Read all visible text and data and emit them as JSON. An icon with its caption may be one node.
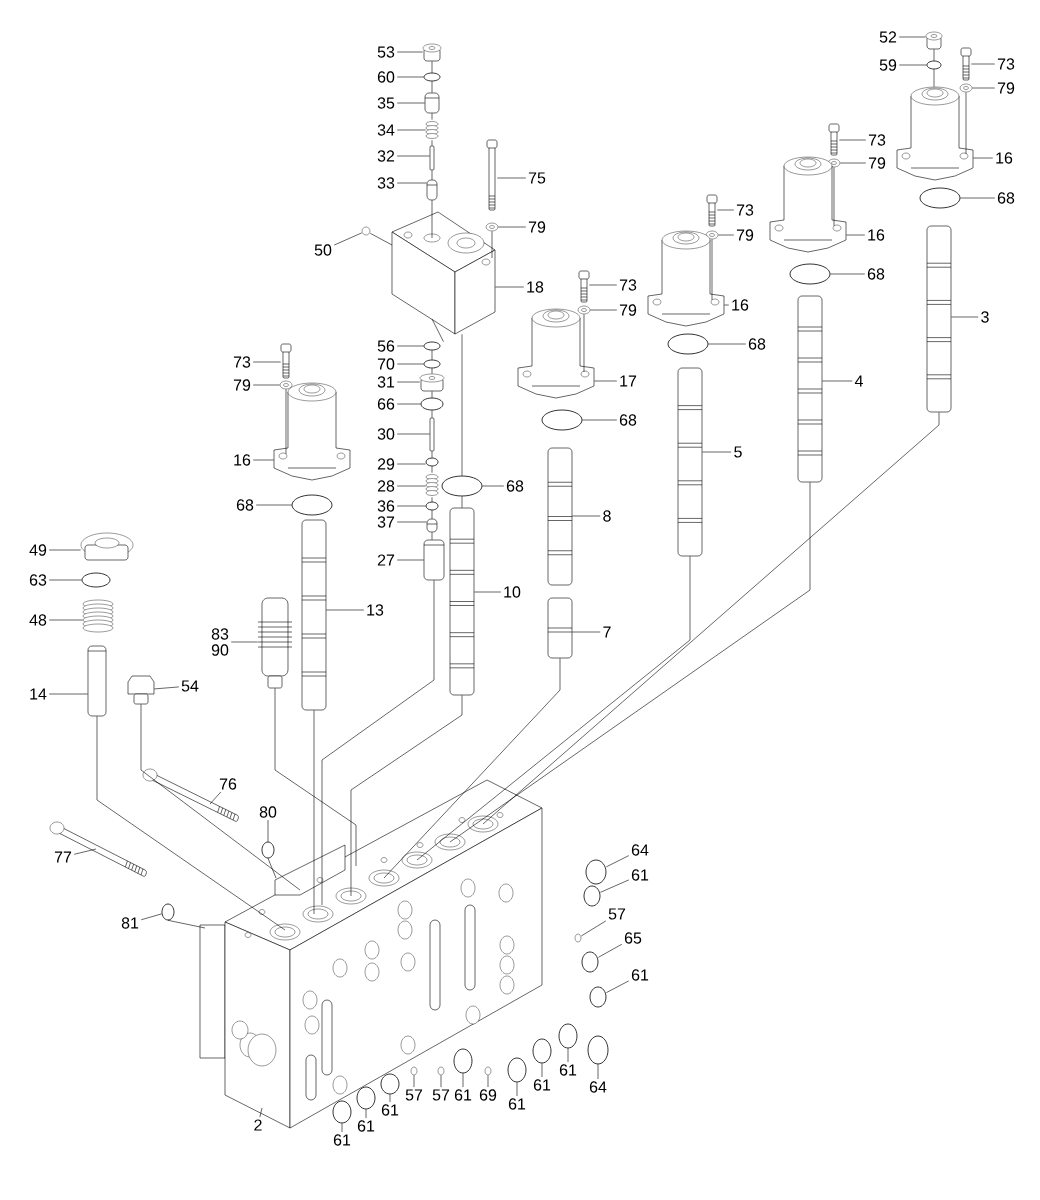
{
  "diagram": {
    "nodes": [
      {
        "text": [
          "53"
        ]
      },
      {
        "text": [
          "60"
        ]
      },
      {
        "text": [
          "35"
        ]
      },
      {
        "text": [
          "34"
        ]
      },
      {
        "text": [
          "32"
        ]
      },
      {
        "text": [
          "33"
        ]
      },
      {
        "text": [
          "75"
        ]
      },
      {
        "text": [
          "50"
        ]
      },
      {
        "text": [
          "79"
        ]
      },
      {
        "text": [
          "18"
        ]
      },
      {
        "text": [
          "73"
        ]
      },
      {
        "text": [
          "79"
        ]
      },
      {
        "text": [
          "16"
        ]
      },
      {
        "text": [
          "56"
        ]
      },
      {
        "text": [
          "70"
        ]
      },
      {
        "text": [
          "31"
        ]
      },
      {
        "text": [
          "66"
        ]
      },
      {
        "text": [
          "30"
        ]
      },
      {
        "text": [
          "29"
        ]
      },
      {
        "text": [
          "28"
        ]
      },
      {
        "text": [
          "36"
        ]
      },
      {
        "text": [
          "37"
        ]
      },
      {
        "text": [
          "68"
        ]
      },
      {
        "text": [
          "68"
        ]
      },
      {
        "text": [
          "27"
        ]
      },
      {
        "text": [
          "49"
        ]
      },
      {
        "text": [
          "63"
        ]
      },
      {
        "text": [
          "48"
        ]
      },
      {
        "text": [
          "83",
          "90"
        ]
      },
      {
        "text": [
          "13"
        ]
      },
      {
        "text": [
          "10"
        ]
      },
      {
        "text": [
          "8"
        ]
      },
      {
        "text": [
          "7"
        ]
      },
      {
        "text": [
          "14"
        ]
      },
      {
        "text": [
          "54"
        ]
      },
      {
        "text": [
          "52"
        ]
      },
      {
        "text": [
          "59"
        ]
      },
      {
        "text": [
          "73"
        ]
      },
      {
        "text": [
          "79"
        ]
      },
      {
        "text": [
          "16"
        ]
      },
      {
        "text": [
          "68"
        ]
      },
      {
        "text": [
          "3"
        ]
      },
      {
        "text": [
          "73"
        ]
      },
      {
        "text": [
          "79"
        ]
      },
      {
        "text": [
          "16"
        ]
      },
      {
        "text": [
          "68"
        ]
      },
      {
        "text": [
          "4"
        ]
      },
      {
        "text": [
          "73"
        ]
      },
      {
        "text": [
          "79"
        ]
      },
      {
        "text": [
          "16"
        ]
      },
      {
        "text": [
          "68"
        ]
      },
      {
        "text": [
          "5"
        ]
      },
      {
        "text": [
          "73"
        ]
      },
      {
        "text": [
          "79"
        ]
      },
      {
        "text": [
          "17"
        ]
      },
      {
        "text": [
          "68"
        ]
      },
      {
        "text": [
          "76"
        ]
      },
      {
        "text": [
          "80"
        ]
      },
      {
        "text": [
          "77"
        ]
      },
      {
        "text": [
          "81"
        ]
      },
      {
        "text": [
          "64"
        ]
      },
      {
        "text": [
          "61"
        ]
      },
      {
        "text": [
          "57"
        ]
      },
      {
        "text": [
          "65"
        ]
      },
      {
        "text": [
          "61"
        ]
      },
      {
        "text": [
          "2"
        ]
      },
      {
        "text": [
          "61"
        ]
      },
      {
        "text": [
          "61"
        ]
      },
      {
        "text": [
          "61"
        ]
      },
      {
        "text": [
          "57"
        ]
      },
      {
        "text": [
          "57"
        ]
      },
      {
        "text": [
          "61"
        ]
      },
      {
        "text": [
          "69"
        ]
      },
      {
        "text": [
          "61"
        ]
      },
      {
        "text": [
          "61"
        ]
      },
      {
        "text": [
          "61"
        ]
      },
      {
        "text": [
          "64"
        ]
      },
      {
        "text": [],
        "shape": "cylinder"
      },
      {
        "text": [],
        "shape": "circle"
      },
      {
        "text": [],
        "shape": "cylinder"
      },
      {
        "text": [],
        "shape": "spring"
      },
      {
        "text": [],
        "shape": "bar"
      },
      {
        "text": [],
        "shape": "cylinder"
      },
      {
        "text": [],
        "shape": "bar"
      },
      {
        "text": [],
        "shape": "circle"
      },
      {
        "text": [],
        "shape": "circle"
      },
      {
        "text": [],
        "shape": "box"
      },
      {
        "text": [],
        "shape": "bar"
      },
      {
        "text": [],
        "shape": "circle"
      },
      {
        "text": [],
        "shape": "cylinder"
      },
      {
        "text": [],
        "shape": "circle"
      },
      {
        "text": [],
        "shape": "circle"
      },
      {
        "text": [],
        "shape": "cylinder"
      },
      {
        "text": [],
        "shape": "circle"
      },
      {
        "text": [],
        "shape": "bar"
      },
      {
        "text": [],
        "shape": "circle"
      },
      {
        "text": [],
        "shape": "spring"
      },
      {
        "text": [],
        "shape": "circle"
      },
      {
        "text": [],
        "shape": "cylinder"
      },
      {
        "text": [],
        "shape": "circle"
      },
      {
        "text": [],
        "shape": "circle"
      },
      {
        "text": [],
        "shape": "cylinder"
      },
      {
        "text": [],
        "shape": "cylinder"
      },
      {
        "text": [],
        "shape": "circle"
      },
      {
        "text": [],
        "shape": "spring"
      },
      {
        "text": [],
        "shape": "cylinder"
      },
      {
        "text": [],
        "shape": "cylinder"
      },
      {
        "text": [],
        "shape": "cylinder"
      },
      {
        "text": [],
        "shape": "cylinder"
      },
      {
        "text": [],
        "shape": "cylinder"
      },
      {
        "text": [],
        "shape": "cylinder"
      },
      {
        "text": [],
        "shape": "cylinder"
      },
      {
        "text": [],
        "shape": "cylinder"
      },
      {
        "text": [],
        "shape": "circle"
      },
      {
        "text": [],
        "shape": "bar"
      },
      {
        "text": [],
        "shape": "circle"
      },
      {
        "text": [],
        "shape": "cylinder"
      },
      {
        "text": [],
        "shape": "circle"
      },
      {
        "text": [],
        "shape": "cylinder"
      },
      {
        "text": [],
        "shape": "bar"
      },
      {
        "text": [],
        "shape": "circle"
      },
      {
        "text": [],
        "shape": "cylinder"
      },
      {
        "text": [],
        "shape": "circle"
      },
      {
        "text": [],
        "shape": "cylinder"
      },
      {
        "text": [],
        "shape": "bar"
      },
      {
        "text": [],
        "shape": "circle"
      },
      {
        "text": [],
        "shape": "cylinder"
      },
      {
        "text": [],
        "shape": "circle"
      },
      {
        "text": [],
        "shape": "cylinder"
      },
      {
        "text": [],
        "shape": "bar"
      },
      {
        "text": [],
        "shape": "circle"
      },
      {
        "text": [],
        "shape": "cylinder"
      },
      {
        "text": [],
        "shape": "circle"
      },
      {
        "text": [],
        "shape": "bar"
      },
      {
        "text": [],
        "shape": "circle"
      },
      {
        "text": [],
        "shape": "bar"
      },
      {
        "text": [],
        "shape": "circle"
      },
      {
        "text": [],
        "shape": "circle"
      },
      {
        "text": [],
        "shape": "circle"
      },
      {
        "text": [],
        "shape": "circle"
      },
      {
        "text": [],
        "shape": "circle"
      },
      {
        "text": [],
        "shape": "circle"
      },
      {
        "text": [],
        "shape": "box"
      },
      {
        "text": [],
        "shape": "circle"
      },
      {
        "text": [],
        "shape": "circle"
      },
      {
        "text": [],
        "shape": "circle"
      },
      {
        "text": [],
        "shape": "circle"
      },
      {
        "text": [],
        "shape": "circle"
      },
      {
        "text": [],
        "shape": "circle"
      },
      {
        "text": [],
        "shape": "circle"
      },
      {
        "text": [],
        "shape": "circle"
      },
      {
        "text": [],
        "shape": "circle"
      },
      {
        "text": [],
        "shape": "circle"
      },
      {
        "text": [],
        "shape": "circle"
      }
    ],
    "edges": [
      {
        "from": 0,
        "to": 77,
        "arrow": "none"
      },
      {
        "from": 1,
        "to": 78,
        "arrow": "none"
      },
      {
        "from": 2,
        "to": 79,
        "arrow": "none"
      },
      {
        "from": 3,
        "to": 80,
        "arrow": "none"
      },
      {
        "from": 4,
        "to": 81,
        "arrow": "none"
      },
      {
        "from": 5,
        "to": 82,
        "arrow": "none"
      },
      {
        "from": 6,
        "to": 83,
        "arrow": "none"
      },
      {
        "from": 7,
        "to": 84,
        "arrow": "none"
      },
      {
        "from": 8,
        "to": 85,
        "arrow": "none"
      },
      {
        "from": 9,
        "to": 86,
        "arrow": "none"
      },
      {
        "from": 10,
        "to": 87,
        "arrow": "none"
      },
      {
        "from": 11,
        "to": 88,
        "arrow": "none"
      },
      {
        "from": 12,
        "to": 89,
        "arrow": "none"
      },
      {
        "from": 13,
        "to": 90,
        "arrow": "none"
      },
      {
        "from": 14,
        "to": 91,
        "arrow": "none"
      },
      {
        "from": 15,
        "to": 92,
        "arrow": "none"
      },
      {
        "from": 16,
        "to": 93,
        "arrow": "none"
      },
      {
        "from": 17,
        "to": 94,
        "arrow": "none"
      },
      {
        "from": 18,
        "to": 95,
        "arrow": "none"
      },
      {
        "from": 19,
        "to": 96,
        "arrow": "none"
      },
      {
        "from": 20,
        "to": 97,
        "arrow": "none"
      },
      {
        "from": 21,
        "to": 98,
        "arrow": "none"
      },
      {
        "from": 22,
        "to": 99,
        "arrow": "none"
      },
      {
        "from": 23,
        "to": 100,
        "arrow": "none"
      },
      {
        "from": 24,
        "to": 101,
        "arrow": "none"
      },
      {
        "from": 25,
        "to": 102,
        "arrow": "none"
      },
      {
        "from": 26,
        "to": 103,
        "arrow": "none"
      },
      {
        "from": 27,
        "to": 104,
        "arrow": "none"
      },
      {
        "from": 28,
        "to": 105,
        "arrow": "none"
      },
      {
        "from": 29,
        "to": 106,
        "arrow": "none"
      },
      {
        "from": 30,
        "to": 107,
        "arrow": "none"
      },
      {
        "from": 31,
        "to": 108,
        "arrow": "none"
      },
      {
        "from": 32,
        "to": 109,
        "arrow": "none"
      },
      {
        "from": 33,
        "to": 110,
        "arrow": "none"
      },
      {
        "from": 34,
        "to": 111,
        "arrow": "none"
      },
      {
        "from": 35,
        "to": 112,
        "arrow": "none"
      },
      {
        "from": 36,
        "to": 113,
        "arrow": "none"
      },
      {
        "from": 37,
        "to": 114,
        "arrow": "none"
      },
      {
        "from": 38,
        "to": 115,
        "arrow": "none"
      },
      {
        "from": 39,
        "to": 116,
        "arrow": "none"
      },
      {
        "from": 40,
        "to": 117,
        "arrow": "none"
      },
      {
        "from": 41,
        "to": 118,
        "arrow": "none"
      },
      {
        "from": 42,
        "to": 119,
        "arrow": "none"
      },
      {
        "from": 43,
        "to": 120,
        "arrow": "none"
      },
      {
        "from": 44,
        "to": 121,
        "arrow": "none"
      },
      {
        "from": 45,
        "to": 122,
        "arrow": "none"
      },
      {
        "from": 46,
        "to": 123,
        "arrow": "none"
      },
      {
        "from": 47,
        "to": 124,
        "arrow": "none"
      },
      {
        "from": 48,
        "to": 125,
        "arrow": "none"
      },
      {
        "from": 49,
        "to": 126,
        "arrow": "none"
      },
      {
        "from": 50,
        "to": 127,
        "arrow": "none"
      },
      {
        "from": 51,
        "to": 128,
        "arrow": "none"
      },
      {
        "from": 52,
        "to": 129,
        "arrow": "none"
      },
      {
        "from": 53,
        "to": 130,
        "arrow": "none"
      },
      {
        "from": 54,
        "to": 131,
        "arrow": "none"
      },
      {
        "from": 55,
        "to": 132,
        "arrow": "none"
      },
      {
        "from": 56,
        "to": 133,
        "arrow": "none"
      },
      {
        "from": 57,
        "to": 134,
        "arrow": "none"
      },
      {
        "from": 58,
        "to": 135,
        "arrow": "none"
      },
      {
        "from": 59,
        "to": 136,
        "arrow": "none"
      },
      {
        "from": 60,
        "to": 137,
        "arrow": "none"
      },
      {
        "from": 61,
        "to": 138,
        "arrow": "none"
      },
      {
        "from": 62,
        "to": 139,
        "arrow": "none"
      },
      {
        "from": 63,
        "to": 140,
        "arrow": "none"
      },
      {
        "from": 64,
        "to": 141,
        "arrow": "none"
      },
      {
        "from": 65,
        "to": 142,
        "arrow": "none"
      },
      {
        "from": 66,
        "to": 143,
        "arrow": "none"
      },
      {
        "from": 67,
        "to": 144,
        "arrow": "none"
      },
      {
        "from": 68,
        "to": 145,
        "arrow": "none"
      },
      {
        "from": 69,
        "to": 146,
        "arrow": "none"
      },
      {
        "from": 70,
        "to": 147,
        "arrow": "none"
      },
      {
        "from": 71,
        "to": 148,
        "arrow": "none"
      },
      {
        "from": 72,
        "to": 149,
        "arrow": "none"
      },
      {
        "from": 73,
        "to": 150,
        "arrow": "none"
      },
      {
        "from": 74,
        "to": 151,
        "arrow": "none"
      },
      {
        "from": 75,
        "to": 152,
        "arrow": "none"
      },
      {
        "from": 76,
        "to": 153,
        "arrow": "none"
      },
      {
        "from": 118,
        "to": 142,
        "arrow": "none"
      },
      {
        "from": 123,
        "to": 142,
        "arrow": "none"
      },
      {
        "from": 128,
        "to": 142,
        "arrow": "none"
      },
      {
        "from": 109,
        "to": 142,
        "arrow": "none"
      },
      {
        "from": 107,
        "to": 142,
        "arrow": "none"
      },
      {
        "from": 101,
        "to": 142,
        "arrow": "none"
      },
      {
        "from": 106,
        "to": 142,
        "arrow": "none"
      },
      {
        "from": 105,
        "to": 142,
        "arrow": "none"
      },
      {
        "from": 111,
        "to": 142,
        "arrow": "none"
      },
      {
        "from": 110,
        "to": 142,
        "arrow": "none"
      },
      {
        "from": 134,
        "to": 142,
        "arrow": "none"
      },
      {
        "from": 136,
        "to": 142,
        "arrow": "none"
      },
      {
        "from": 86,
        "to": 99,
        "arrow": "none"
      },
      {
        "from": 99,
        "to": 107,
        "arrow": "none"
      },
      {
        "from": 85,
        "to": 86,
        "arrow": "none"
      },
      {
        "from": 88,
        "to": 89,
        "arrow": "none"
      },
      {
        "from": 115,
        "to": 116,
        "arrow": "none"
      },
      {
        "from": 120,
        "to": 121,
        "arrow": "none"
      },
      {
        "from": 125,
        "to": 126,
        "arrow": "none"
      },
      {
        "from": 130,
        "to": 131,
        "arrow": "none"
      },
      {
        "from": 84,
        "to": 86,
        "arrow": "none"
      },
      {
        "from": 77,
        "to": 78,
        "arrow": "none"
      },
      {
        "from": 78,
        "to": 79,
        "arrow": "none"
      },
      {
        "from": 79,
        "to": 80,
        "arrow": "none"
      },
      {
        "from": 80,
        "to": 81,
        "arrow": "none"
      },
      {
        "from": 81,
        "to": 82,
        "arrow": "none"
      },
      {
        "from": 82,
        "to": 86,
        "arrow": "none"
      },
      {
        "from": 86,
        "to": 90,
        "arrow": "none"
      },
      {
        "from": 90,
        "to": 91,
        "arrow": "none"
      },
      {
        "from": 91,
        "to": 92,
        "arrow": "none"
      },
      {
        "from": 92,
        "to": 93,
        "arrow": "none"
      },
      {
        "from": 93,
        "to": 94,
        "arrow": "none"
      },
      {
        "from": 94,
        "to": 95,
        "arrow": "none"
      },
      {
        "from": 95,
        "to": 96,
        "arrow": "none"
      },
      {
        "from": 96,
        "to": 97,
        "arrow": "none"
      },
      {
        "from": 97,
        "to": 98,
        "arrow": "none"
      },
      {
        "from": 98,
        "to": 101,
        "arrow": "none"
      },
      {
        "from": 112,
        "to": 113,
        "arrow": "none"
      },
      {
        "from": 113,
        "to": 116,
        "arrow": "none"
      }
    ]
  }
}
